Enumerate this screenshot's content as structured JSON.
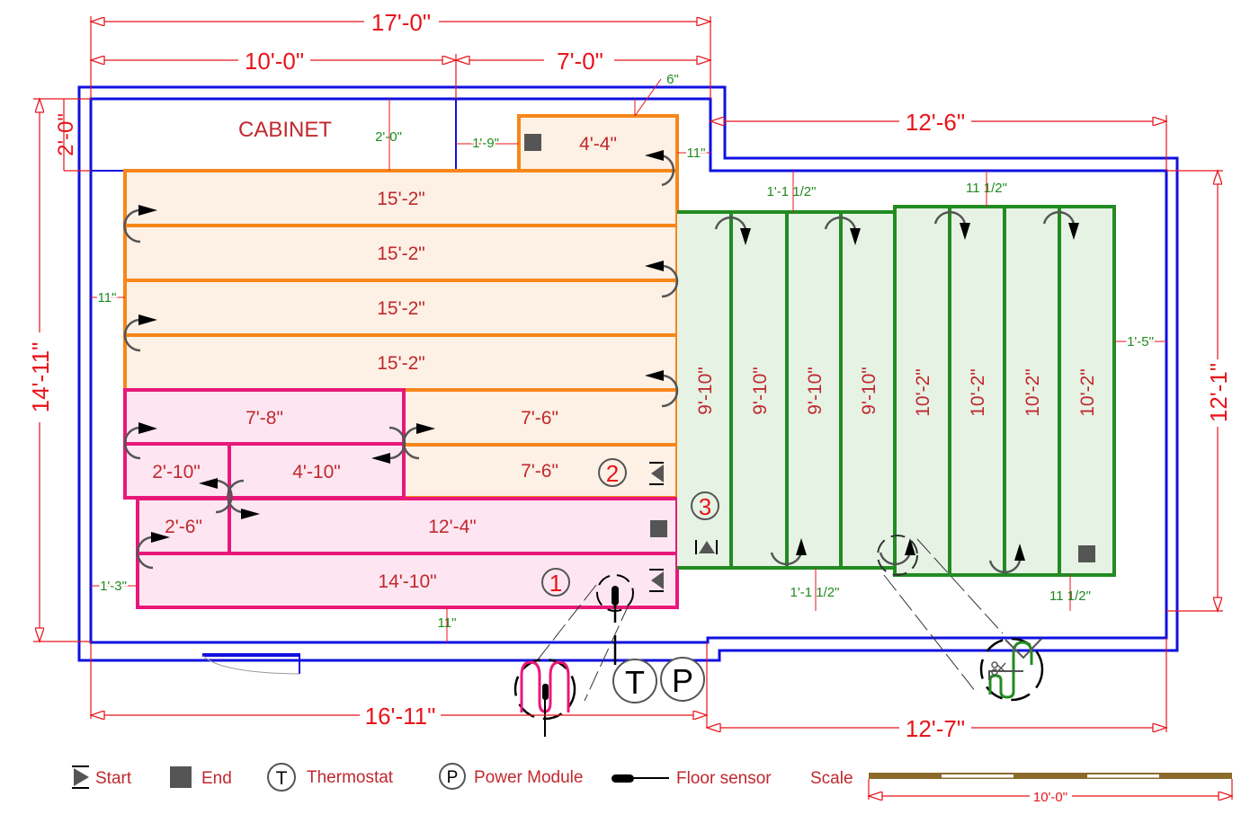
{
  "plan": {
    "cabinet_label": "CABINET",
    "overall_dims": {
      "top_total": "17'-0\"",
      "top_left": "10'-0\"",
      "top_right": "7'-0\"",
      "right_top": "12'-6\"",
      "left_total": "14'-11\"",
      "left_cabinet": "2'-0\"",
      "right_height": "12'-1\"",
      "bottom_left": "16'-11\"",
      "bottom_right": "12'-7\""
    },
    "clearances": {
      "cabinet_depth": "2'-0\"",
      "cabinet_gap": "1'-9\"",
      "top_offset": "6\"",
      "right_of_orange": "11\"",
      "left_side": "11\"",
      "left_bottom": "1'-3\"",
      "bottom_pink": "11\"",
      "green_top_left": "1'-1 1/2\"",
      "green_top_right": "11 1/2\"",
      "green_right": "1'-5\"",
      "green_bottom_left": "1'-1 1/2\"",
      "green_bottom_right": "11 1/2\""
    },
    "zones": [
      {
        "number": "1",
        "color": "#e8187a",
        "fill": "#fde6f1",
        "runs": [
          "7'-8\"",
          "2'-10\"",
          "4'-10\"",
          "2'-6\"",
          "12'-4\"",
          "14'-10\""
        ]
      },
      {
        "number": "2",
        "color": "#f7861a",
        "fill": "#fdf0e4",
        "runs": [
          "4'-4\"",
          "15'-2\"",
          "15'-2\"",
          "15'-2\"",
          "15'-2\"",
          "7'-6\"",
          "7'-6\""
        ]
      },
      {
        "number": "3",
        "color": "#228b22",
        "fill": "#e6f3e4",
        "runs": [
          "9'-10\"",
          "9'-10\"",
          "9'-10\"",
          "9'-10\"",
          "10'-2\"",
          "10'-2\"",
          "10'-2\"",
          "10'-2\""
        ]
      }
    ],
    "devices": {
      "thermostat": "T",
      "power_module": "P"
    }
  },
  "legend": {
    "start": "Start",
    "end": "End",
    "thermostat_symbol": "T",
    "thermostat": "Thermostat",
    "power_symbol": "P",
    "power_module": "Power Module",
    "floor_sensor": "Floor sensor",
    "scale": "Scale",
    "scale_length": "10'-0\""
  },
  "colors": {
    "wall": "#1010e0",
    "dimension": "#e8141b",
    "clearance": "#1e8a1e",
    "scale_bar": "#8b6a2b"
  }
}
